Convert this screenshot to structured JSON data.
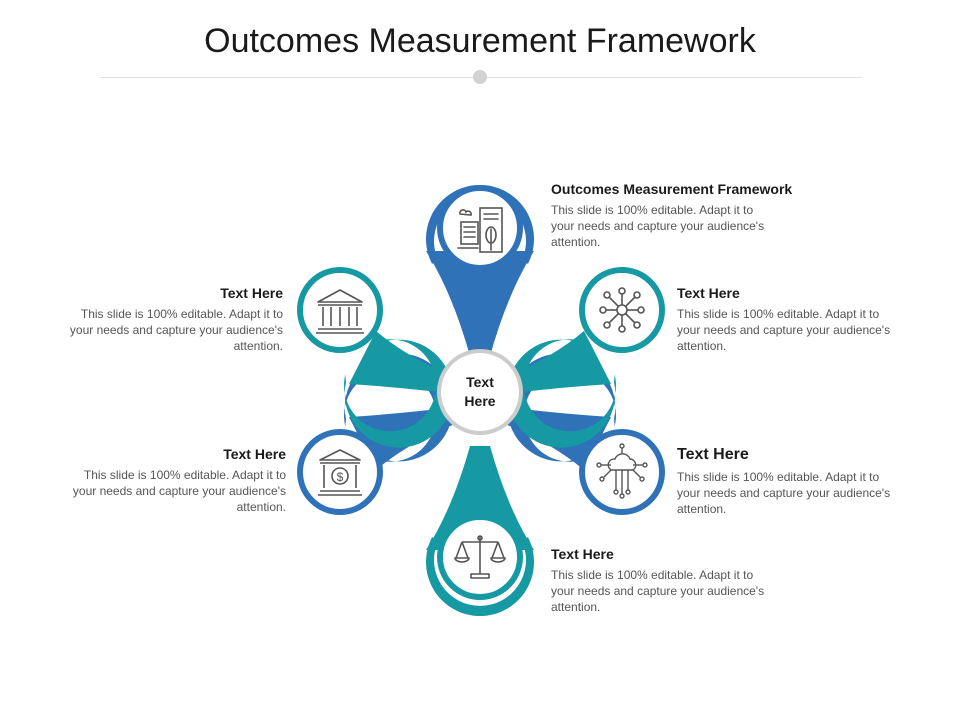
{
  "title": "Outcomes Measurement Framework",
  "colors": {
    "blue": "#2F72B8",
    "teal": "#1699A3",
    "hub_ring": "#cccccc",
    "icon": "#555555"
  },
  "center": {
    "line1": "Text",
    "line2": "Here"
  },
  "petals": [
    {
      "heading": "Outcomes Measurement Framework",
      "description": "This slide is 100% editable. Adapt it to your needs and capture your audience's attention.",
      "icon": "office-building-icon",
      "color": "blue"
    },
    {
      "heading": "Text Here",
      "description": "This slide is 100% editable. Adapt it to your needs and capture your audience's attention.",
      "icon": "network-nodes-icon",
      "color": "teal"
    },
    {
      "heading": "Text Here",
      "description": "This slide is 100% editable. Adapt it to your needs and capture your audience's attention.",
      "icon": "cloud-circuit-icon",
      "color": "blue"
    },
    {
      "heading": "Text Here",
      "description": "This slide is 100% editable. Adapt it to your needs and capture your audience's attention.",
      "icon": "balance-scale-icon",
      "color": "teal"
    },
    {
      "heading": "Text Here",
      "description": "This slide is 100% editable. Adapt it to your needs and capture your audience's attention.",
      "icon": "bank-dollar-icon",
      "color": "blue"
    },
    {
      "heading": "Text Here",
      "description": "This slide is 100% editable. Adapt it to your needs and capture your audience's attention.",
      "icon": "bank-building-icon",
      "color": "teal"
    }
  ]
}
